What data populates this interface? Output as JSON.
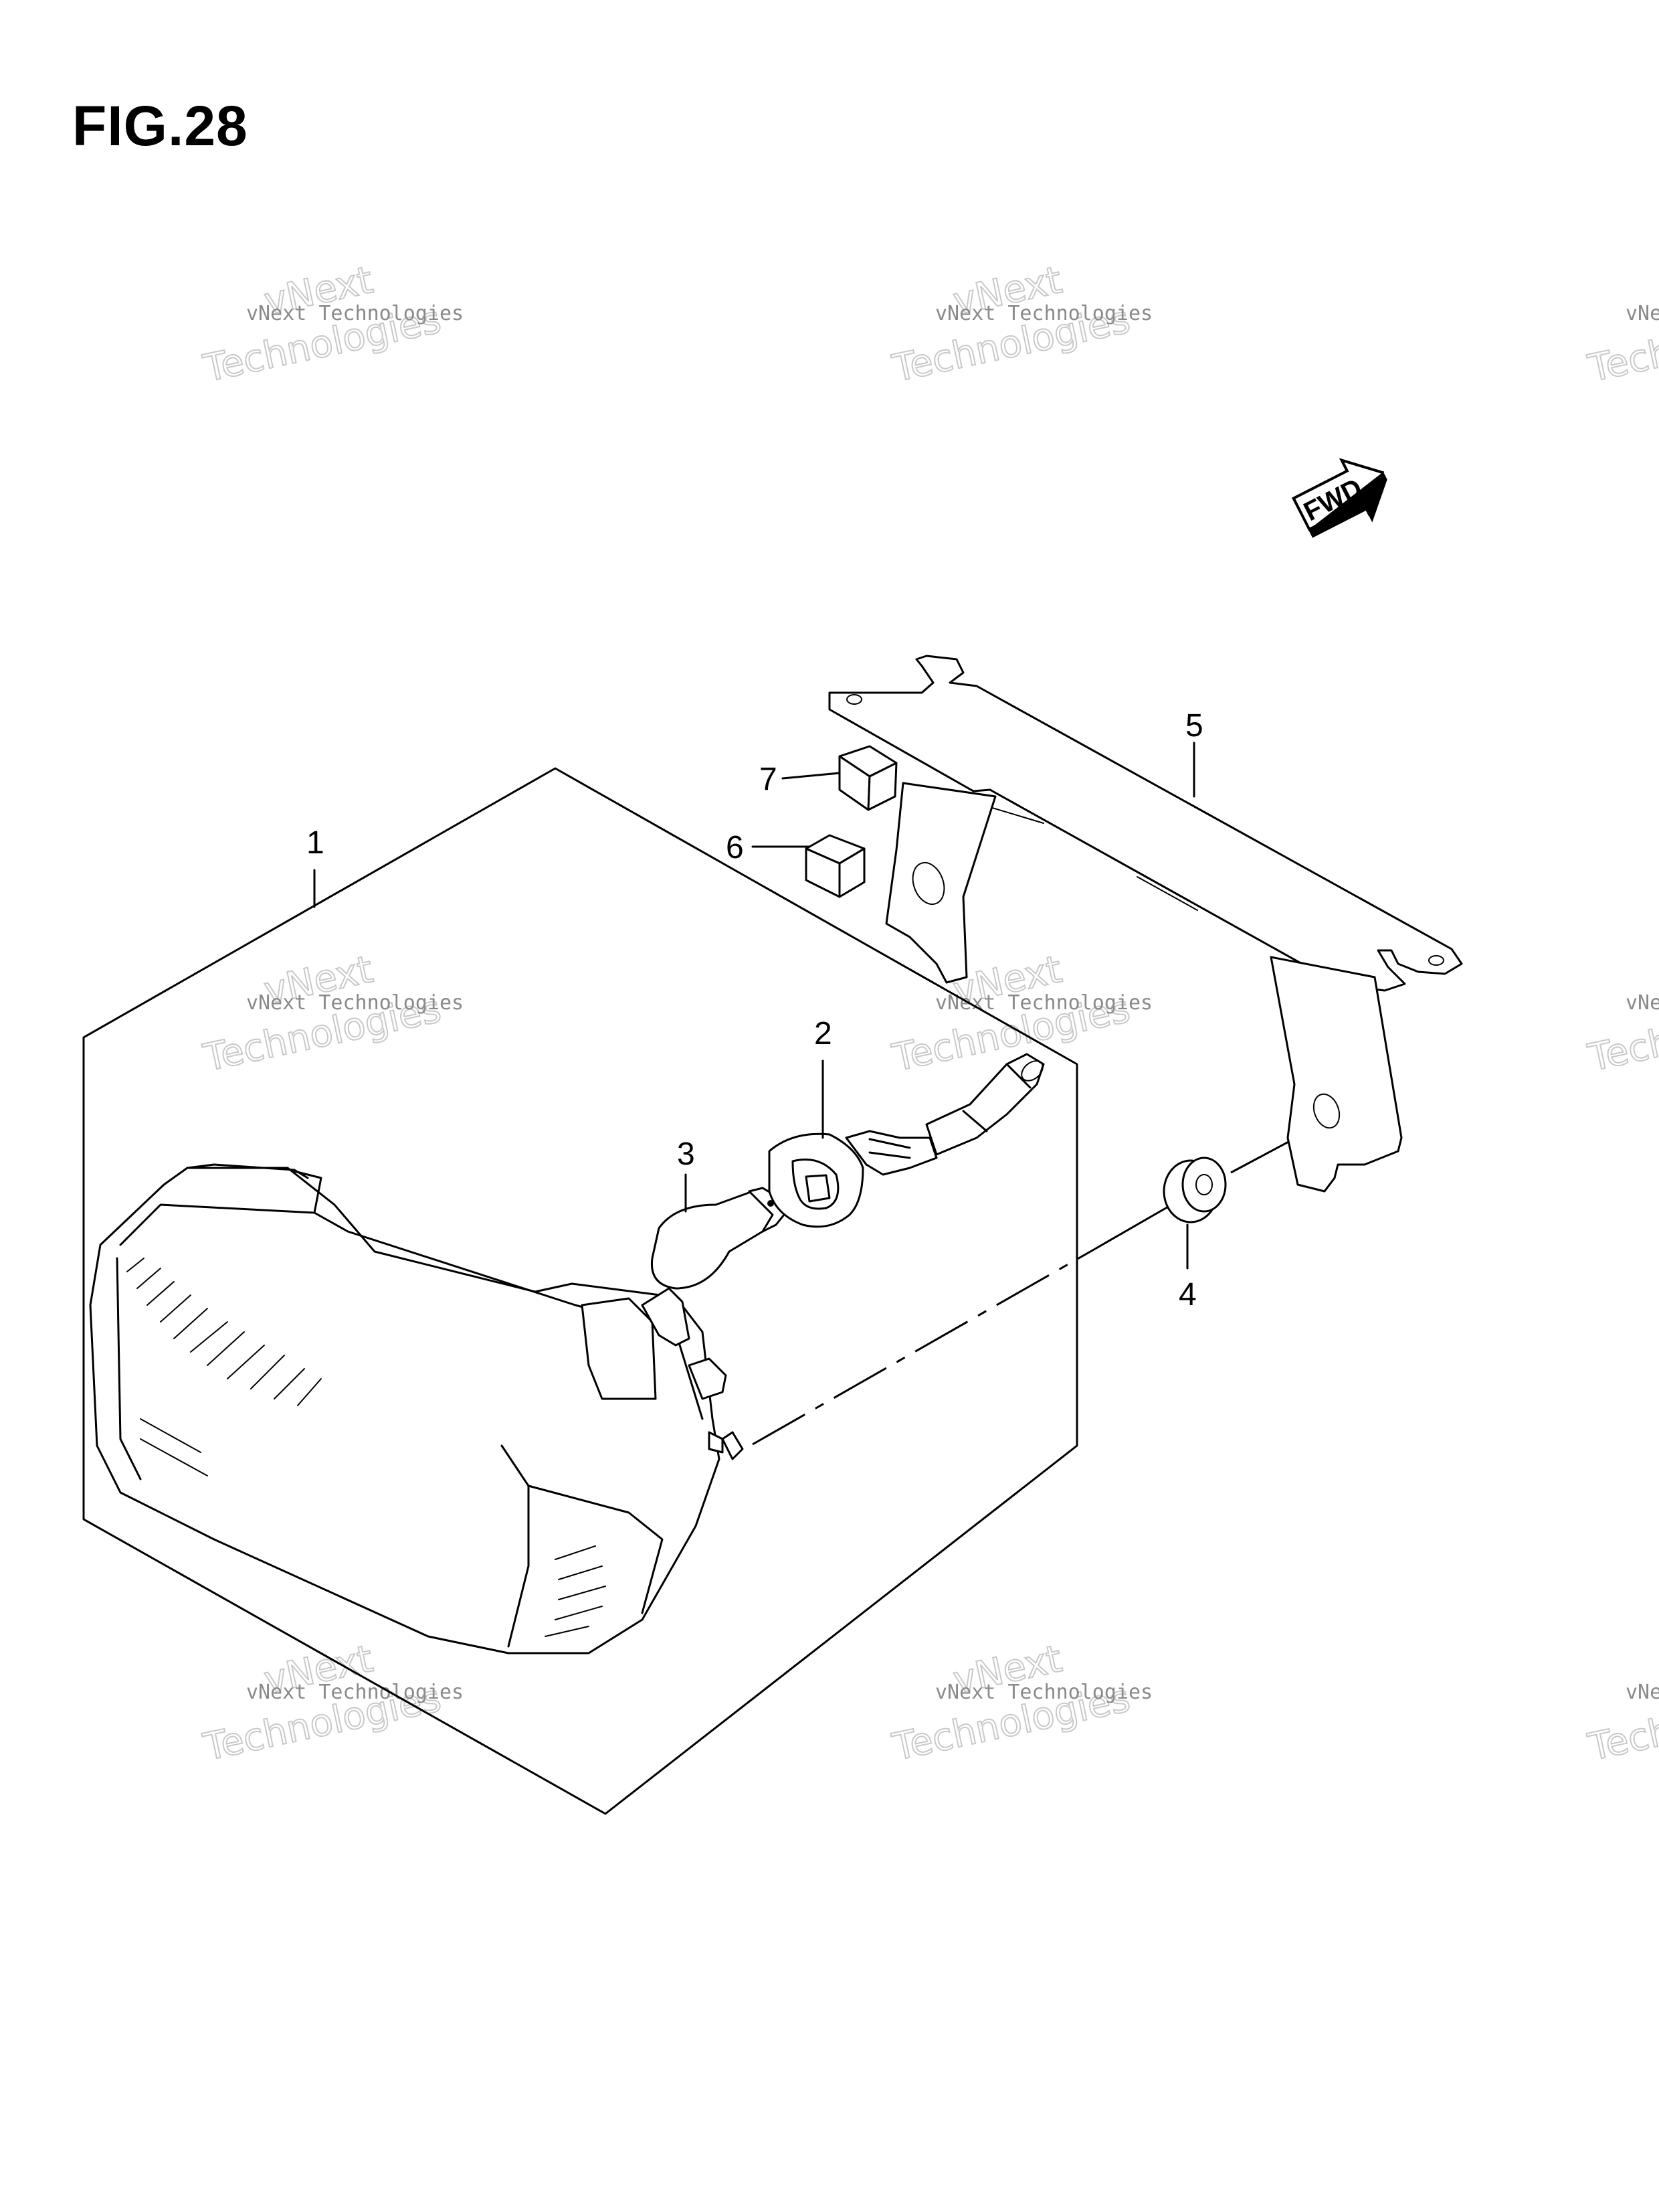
{
  "figure": {
    "title": "FIG.28"
  },
  "fwd_marker": {
    "label": "FWD",
    "icon": "forward-arrow-icon"
  },
  "callouts": [
    {
      "id": "1",
      "label": "1"
    },
    {
      "id": "2",
      "label": "2"
    },
    {
      "id": "3",
      "label": "3"
    },
    {
      "id": "4",
      "label": "4"
    },
    {
      "id": "5",
      "label": "5"
    },
    {
      "id": "6",
      "label": "6"
    },
    {
      "id": "7",
      "label": "7"
    }
  ],
  "watermark": {
    "line1": "vNext Technologies",
    "line2": "vNext",
    "line3": "Technologies"
  },
  "colors": {
    "line": "#000000",
    "background": "#ffffff",
    "watermark": "#c9c9c9"
  }
}
